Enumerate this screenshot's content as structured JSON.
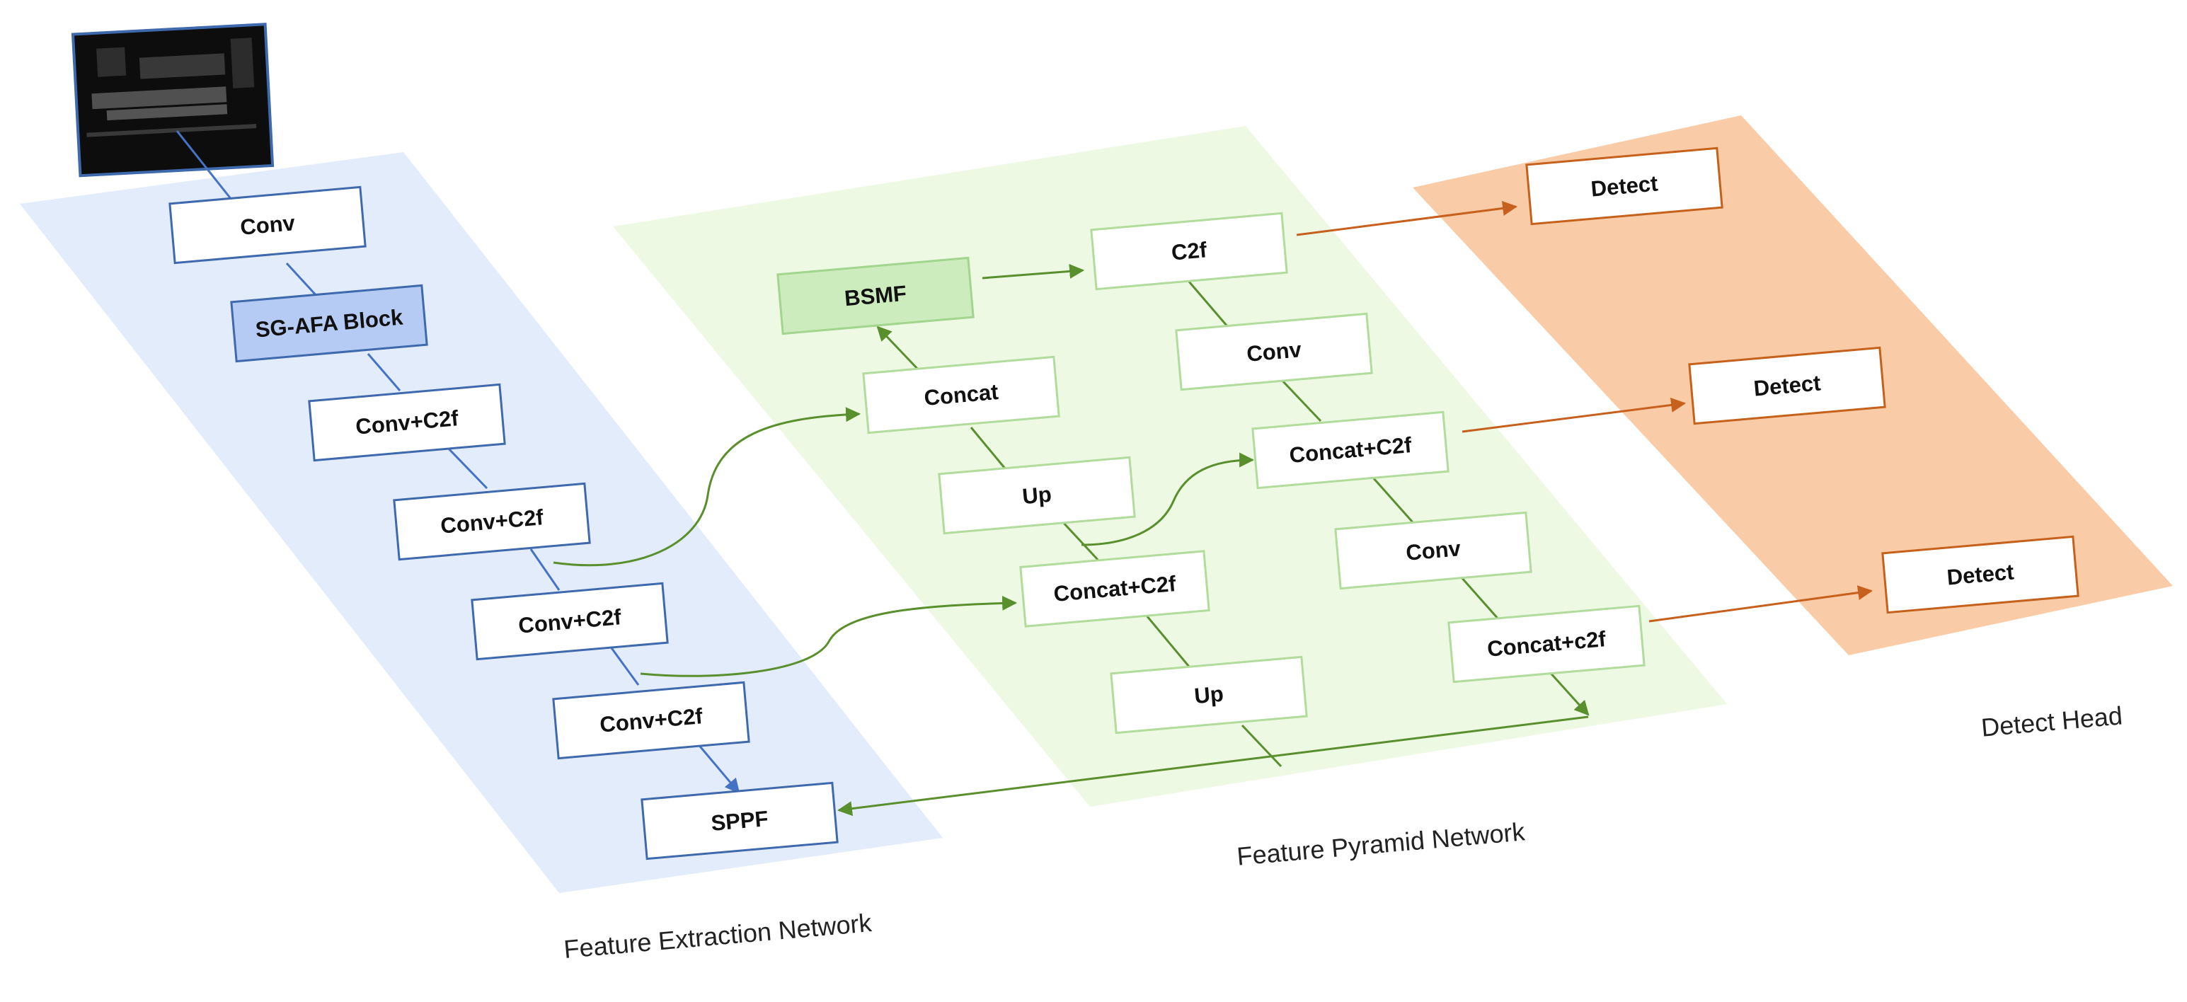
{
  "colors": {
    "fen_panel": "#e3ecfb",
    "fpn_panel": "#edf9e3",
    "head_panel": "#f9cba6",
    "fen_edge": "#3e6aad",
    "fen_highlight": "#b5cbf3",
    "fpn_edge": "#b1dc9c",
    "fpn_highlight": "#cdecbd",
    "fpn_highlight_edge": "#a2d58e",
    "head_edge": "#c5611b",
    "green_line": "#5a8f2e",
    "orange_line": "#c6601c",
    "blue_line": "#4472c4"
  },
  "input_image": {
    "icon": "sar-image-thumbnail"
  },
  "feature_extraction": {
    "label": "Feature Extraction Network",
    "blocks": [
      {
        "id": "fen_conv",
        "label": "Conv"
      },
      {
        "id": "fen_sgafa",
        "label": "SG-AFA Block",
        "highlight": true
      },
      {
        "id": "fen_c2f_1",
        "label": "Conv+C2f"
      },
      {
        "id": "fen_c2f_2",
        "label": "Conv+C2f"
      },
      {
        "id": "fen_c2f_3",
        "label": "Conv+C2f"
      },
      {
        "id": "fen_c2f_4",
        "label": "Conv+C2f"
      },
      {
        "id": "fen_sppf",
        "label": "SPPF"
      }
    ]
  },
  "feature_pyramid": {
    "label": "Feature Pyramid Network",
    "blocks": [
      {
        "id": "fpn_bsmf",
        "label": "BSMF",
        "highlight": true
      },
      {
        "id": "fpn_concat",
        "label": "Concat"
      },
      {
        "id": "fpn_up1",
        "label": "Up"
      },
      {
        "id": "fpn_concat_c2f_1",
        "label": "Concat+C2f"
      },
      {
        "id": "fpn_up2",
        "label": "Up"
      },
      {
        "id": "fpn_c2f",
        "label": "C2f"
      },
      {
        "id": "fpn_conv1",
        "label": "Conv"
      },
      {
        "id": "fpn_concat_c2f_2",
        "label": "Concat+C2f"
      },
      {
        "id": "fpn_conv2",
        "label": "Conv"
      },
      {
        "id": "fpn_concat_c2f_3",
        "label": "Concat+c2f"
      }
    ]
  },
  "detect_head": {
    "label": "Detect Head",
    "blocks": [
      {
        "id": "det_1",
        "label": "Detect"
      },
      {
        "id": "det_2",
        "label": "Detect"
      },
      {
        "id": "det_3",
        "label": "Detect"
      }
    ]
  }
}
